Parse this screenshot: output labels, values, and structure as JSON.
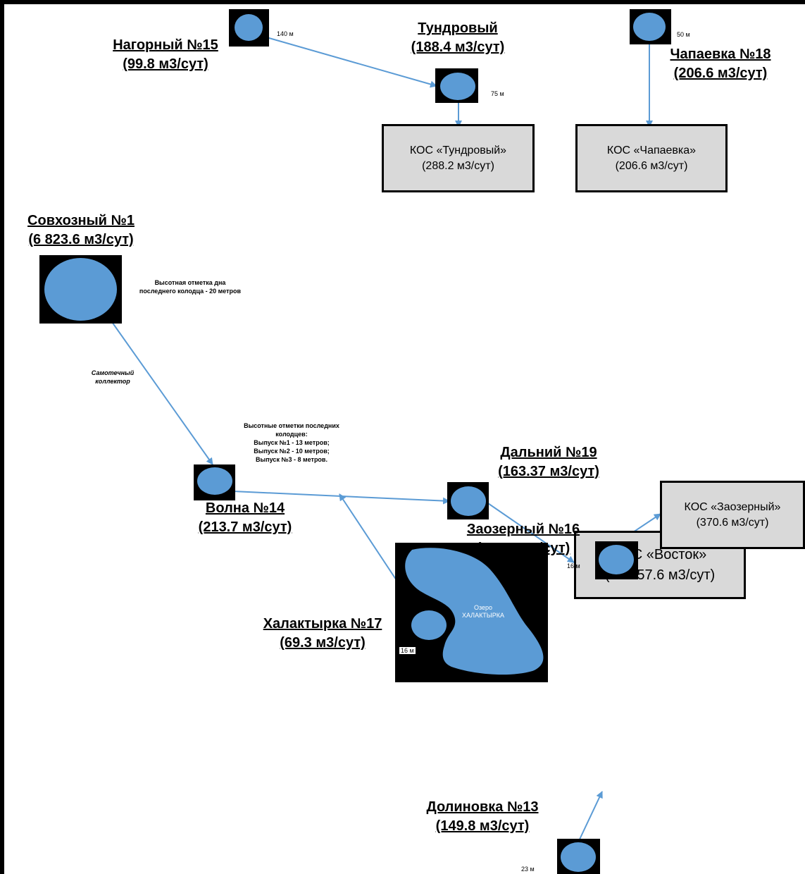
{
  "stations": {
    "nagorny": {
      "name": "Нагорный №15",
      "flow": "(99.8 м3/сут)",
      "dist": "140 м"
    },
    "tundrovy": {
      "name": "Тундровый",
      "flow": "(188.4 м3/сут)",
      "dist": "75 м"
    },
    "chapaevka": {
      "name": "Чапаевка №18",
      "flow": "(206.6 м3/сут)",
      "dist": "50 м"
    },
    "sovkhozny": {
      "name": "Совхозный №1",
      "flow": "(6 823.6 м3/сут)"
    },
    "volna": {
      "name": "Волна №14",
      "flow": "(213.7 м3/сут)"
    },
    "dalny": {
      "name": "Дальний №19",
      "flow": "(163.37 м3/сут)"
    },
    "khalaktyrka": {
      "name": "Халактырка №17",
      "flow": "(69.3 м3/сут)",
      "dist": "16 м"
    },
    "zaozerny": {
      "name": "Заозерный №16",
      "flow": "(220.8 м3/сут)",
      "dist": "16 м"
    },
    "dolinovka": {
      "name": "Долиновка №13",
      "flow": "(149.8 м3/сут)",
      "dist": "23 м"
    }
  },
  "treatment": {
    "tundrovy": {
      "name": "КОС «Тундровый»",
      "flow": "(288.2 м3/сут)"
    },
    "chapaevka": {
      "name": "КОС «Чапаевка»",
      "flow": "(206.6 м3/сут)"
    },
    "vostok": {
      "name": "КОС «Восток»",
      "flow": "(14 057.6 м3/сут)"
    },
    "zaozerny": {
      "name": "КОС «Заозерный»",
      "flow": "(370.6 м3/сут)"
    }
  },
  "notes": {
    "sovkhozny_elev": [
      "Высотная отметка дна",
      "последнего колодца - 20 метров"
    ],
    "collector": [
      "Самотечный",
      "коллектор"
    ],
    "volna_elev": [
      "Высотные отметки последних",
      "колодцев:",
      "Выпуск №1 - 13 метров;",
      "Выпуск №2 - 10 метров;",
      "Выпуск №3 - 8 метров."
    ]
  },
  "lake": {
    "line1": "Озеро",
    "line2": "ХАЛАКТЫРКА"
  },
  "colors": {
    "node": "#5b9bd5",
    "line": "#5b9bd5",
    "box": "#d9d9d9",
    "tile": "#000000"
  }
}
